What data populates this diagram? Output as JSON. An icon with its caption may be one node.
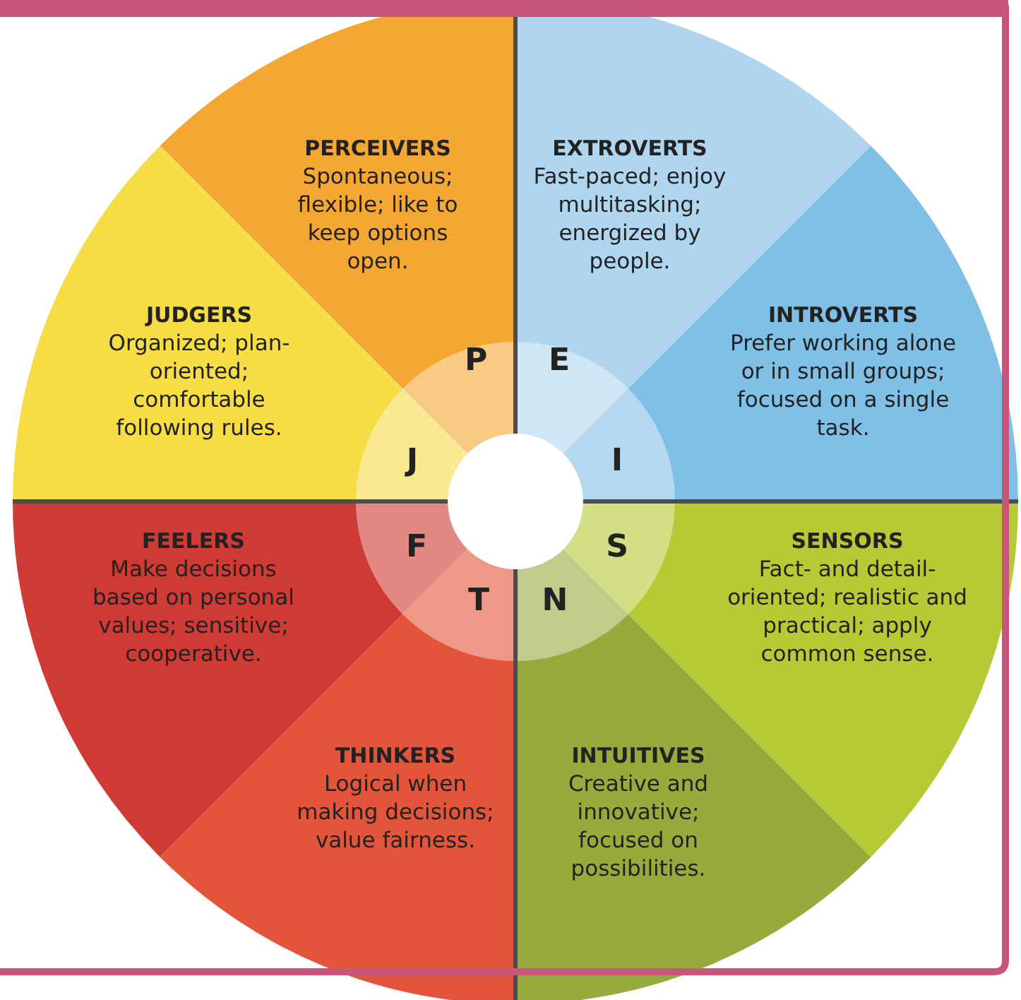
{
  "diagram": {
    "nodes": [
      {
        "text": [
          "PERCEIVERS",
          "Spontaneous; flexible; like to keep options open."
        ]
      },
      {
        "text": [
          "EXTROVERTS",
          "Fast-paced; enjoy multitasking; energized by people."
        ]
      },
      {
        "text": [
          "JUDGERS",
          "Organized; plan-oriented; comfortable following rules."
        ]
      },
      {
        "text": [
          "INTROVERTS",
          "Prefer working alone or in small groups; focused on a single task."
        ]
      },
      {
        "text": [
          "FEELERS",
          "Make decisions based on personal values; sensitive; cooperative."
        ]
      },
      {
        "text": [
          "SENSORS",
          "Fact- and detail-oriented; realistic and practical; apply common sense."
        ]
      },
      {
        "text": [
          "THINKERS",
          "Logical when making decisions; value fairness."
        ]
      },
      {
        "text": [
          "INTUITIVES",
          "Creative and innovative; focused on possibilities."
        ]
      },
      {
        "text": [
          "P"
        ]
      },
      {
        "text": [
          "E"
        ]
      },
      {
        "text": [
          "J"
        ]
      },
      {
        "text": [
          "I"
        ]
      },
      {
        "text": [
          "F"
        ]
      },
      {
        "text": [
          "S"
        ]
      },
      {
        "text": [
          "T"
        ]
      },
      {
        "text": [
          "N"
        ]
      }
    ],
    "edges": []
  }
}
